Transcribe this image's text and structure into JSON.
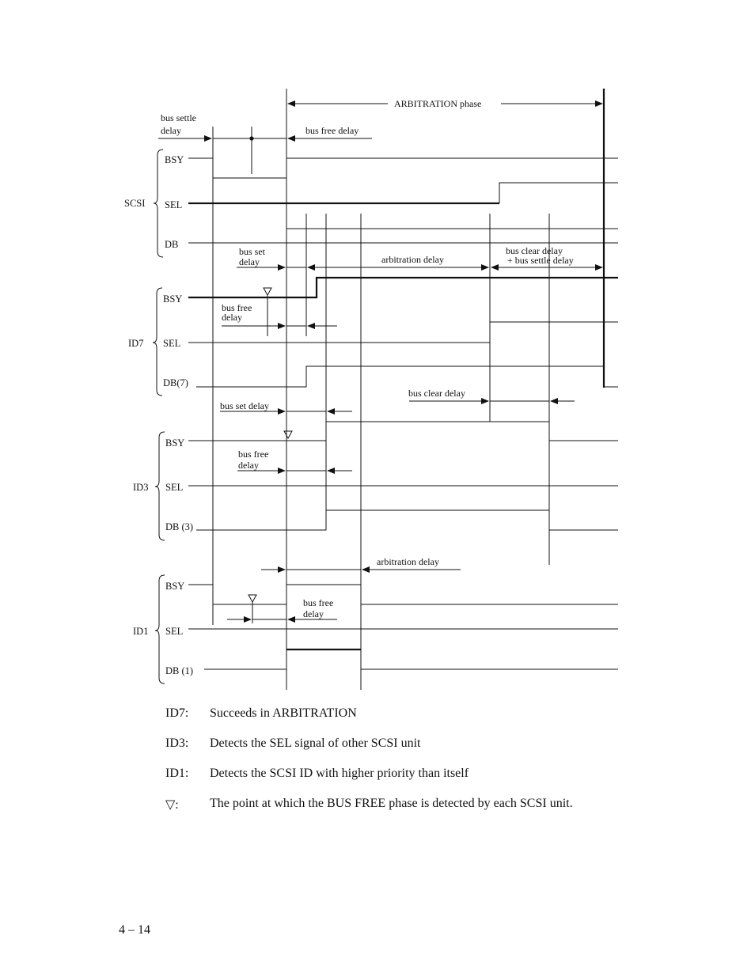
{
  "labels": {
    "arbitration_phase": "ARBITRATION phase",
    "bus_settle_delay_1": "bus settle",
    "bus_settle_delay_2": "delay",
    "bus_free_delay_top": "bus free delay",
    "bus_set_delay_1": "bus set",
    "bus_set_delay_2": "delay",
    "arbitration_delay_top": "arbitration delay",
    "bus_clear_settle_1": "bus clear delay",
    "bus_clear_settle_2": "+ bus settle delay",
    "id7_bus_free_1": "bus free",
    "id7_bus_free_2": "delay",
    "bus_clear_delay": "bus clear delay",
    "bus_set_delay_mid": "bus set delay",
    "id3_bus_free_1": "bus free",
    "id3_bus_free_2": "delay",
    "arbitration_delay_bottom": "arbitration delay",
    "id1_bus_free_1": "bus free",
    "id1_bus_free_2": "delay"
  },
  "groups": {
    "scsi": "SCSI",
    "id7": "ID7",
    "id3": "ID3",
    "id1": "ID1"
  },
  "signals": {
    "scsi_bsy": "BSY",
    "scsi_sel": "SEL",
    "scsi_db": "DB",
    "id7_bsy": "BSY",
    "id7_sel": "SEL",
    "id7_db": "DB(7)",
    "id3_bsy": "BSY",
    "id3_sel": "SEL",
    "id3_db": "DB (3)",
    "id1_bsy": "BSY",
    "id1_sel": "SEL",
    "id1_db": "DB (1)"
  },
  "legend": [
    {
      "key": "ID7:",
      "text": "Succeeds in ARBITRATION"
    },
    {
      "key": "ID3:",
      "text": "Detects the SEL signal of other SCSI unit"
    },
    {
      "key": "ID1:",
      "text": "Detects the SCSI ID with higher priority than itself"
    },
    {
      "key": "▽:",
      "text": "The point at which the BUS FREE phase is detected by each SCSI  unit."
    }
  ],
  "page_number": "4 – 14"
}
